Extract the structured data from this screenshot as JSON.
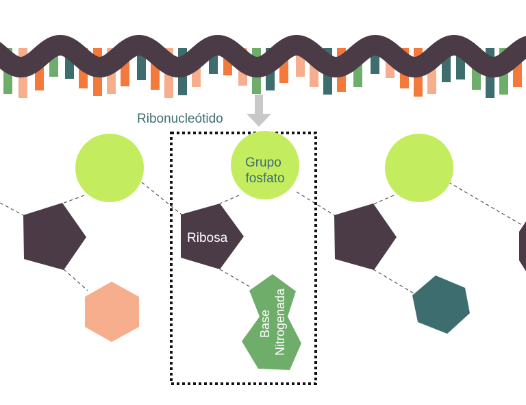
{
  "colors": {
    "strand": "#4a3b47",
    "green": "#6fae6a",
    "salmon": "#f7ae8c",
    "orange": "#f47a3c",
    "teal": "#3e6d6f",
    "lime": "#c3ed5e",
    "arrow": "#c8c8c8",
    "label": "#3e6d6f"
  },
  "strand_bases": [
    "green",
    "salmon",
    "orange",
    "green",
    "teal",
    "orange",
    "orange",
    "salmon",
    "orange",
    "teal",
    "orange",
    "salmon",
    "teal",
    "salmon",
    "teal",
    "orange",
    "salmon",
    "green",
    "teal",
    "orange",
    "salmon",
    "salmon",
    "teal",
    "orange",
    "green",
    "teal",
    "salmon",
    "orange",
    "orange",
    "salmon",
    "teal",
    "teal",
    "green",
    "teal",
    "green",
    "orange"
  ],
  "labels": {
    "ribonucleotide": "Ribonucleótido",
    "phosphate": [
      "Grupo",
      "fosfato"
    ],
    "ribose": "Ribosa",
    "base": [
      "Base",
      "Nitrogenada"
    ]
  }
}
